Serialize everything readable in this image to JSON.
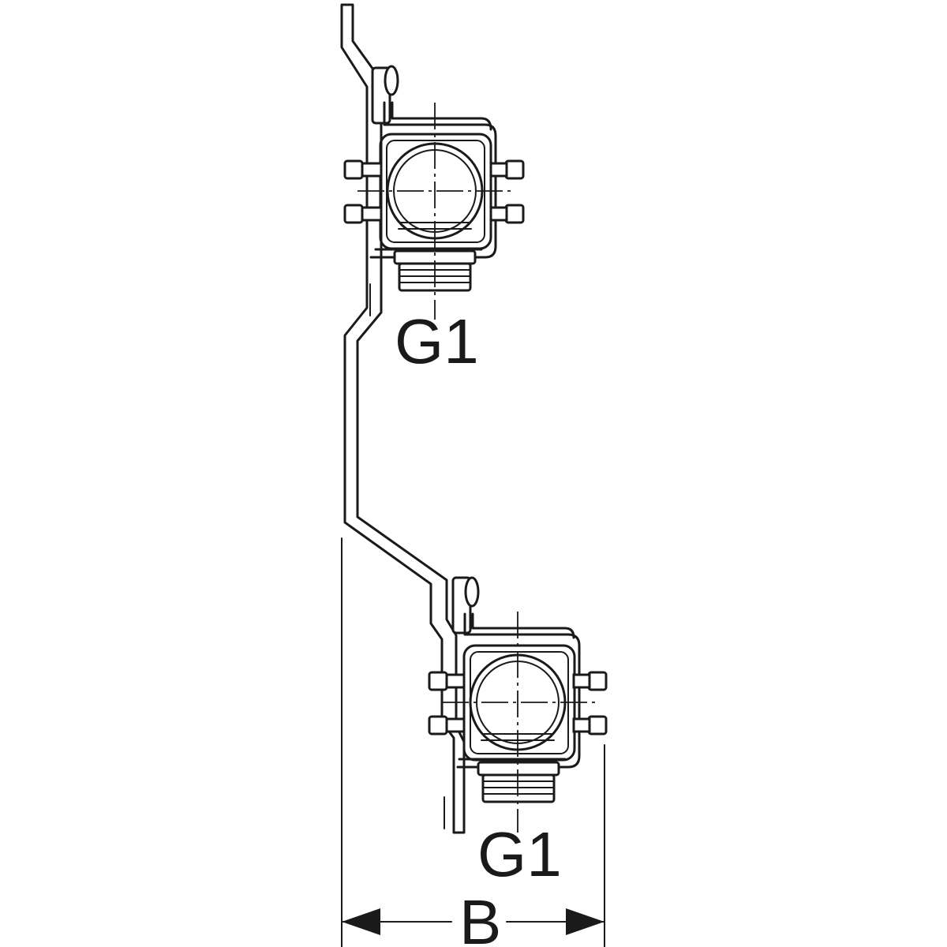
{
  "labels": {
    "upper_connection": "G1",
    "lower_connection": "G1",
    "width_dimension": "B"
  }
}
